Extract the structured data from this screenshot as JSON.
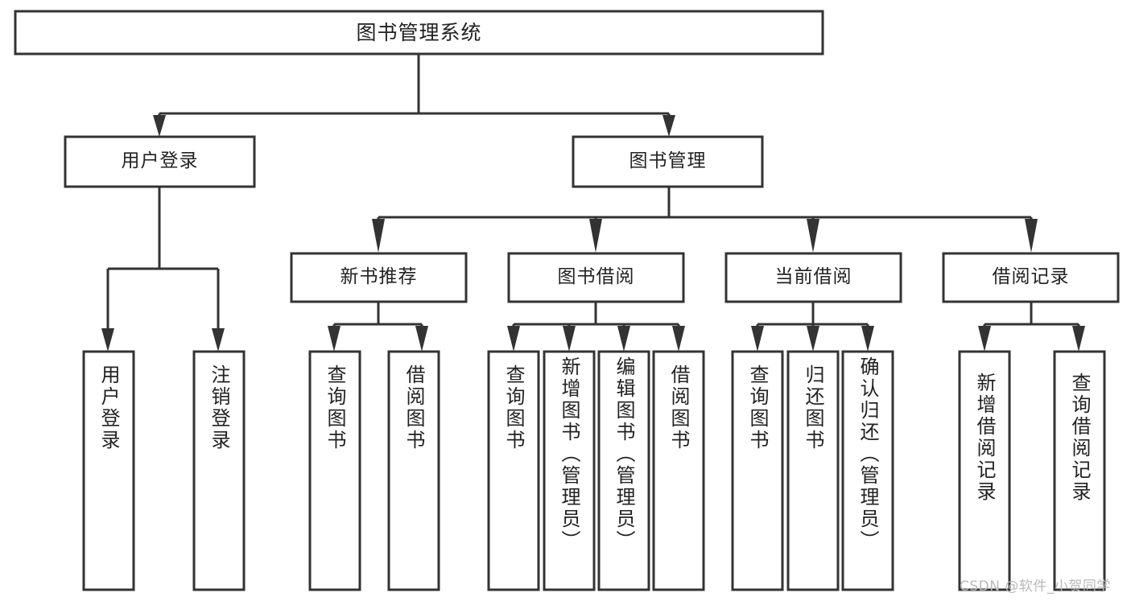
{
  "diagram": {
    "type": "tree-hierarchy-chart",
    "title_node": {
      "id": "root",
      "label": "图书管理系统",
      "level": 1
    },
    "level2": [
      {
        "id": "user-login",
        "label": "用户登录",
        "level": 2
      },
      {
        "id": "book-management",
        "label": "图书管理",
        "level": 2
      }
    ],
    "level3": [
      {
        "id": "new-book-recommend",
        "label": "新书推荐",
        "level": 3,
        "parent": "book-management"
      },
      {
        "id": "book-borrow",
        "label": "图书借阅",
        "level": 3,
        "parent": "book-management"
      },
      {
        "id": "current-borrow",
        "label": "当前借阅",
        "level": 3,
        "parent": "book-management"
      },
      {
        "id": "borrow-record",
        "label": "借阅记录",
        "level": 3,
        "parent": "book-management"
      }
    ],
    "leaves": [
      {
        "id": "leaf-user-login",
        "label": "用户登录",
        "parent": "user-login"
      },
      {
        "id": "leaf-logout-login",
        "label": "注销登录",
        "parent": "user-login"
      },
      {
        "id": "leaf-query-book-1",
        "label": "查询图书",
        "parent": "new-book-recommend"
      },
      {
        "id": "leaf-borrow-book-1",
        "label": "借阅图书",
        "parent": "new-book-recommend"
      },
      {
        "id": "leaf-query-book-2",
        "label": "查询图书",
        "parent": "book-borrow"
      },
      {
        "id": "leaf-add-book-admin",
        "label": "新增图书（管理员）",
        "parent": "book-borrow"
      },
      {
        "id": "leaf-edit-book-admin",
        "label": "编辑图书（管理员）",
        "parent": "book-borrow"
      },
      {
        "id": "leaf-borrow-book-2",
        "label": "借阅图书",
        "parent": "book-borrow"
      },
      {
        "id": "leaf-query-book-3",
        "label": "查询图书",
        "parent": "current-borrow"
      },
      {
        "id": "leaf-return-book",
        "label": "归还图书",
        "parent": "current-borrow"
      },
      {
        "id": "leaf-confirm-return-admin",
        "label": "确认归还（管理员）",
        "parent": "current-borrow"
      },
      {
        "id": "leaf-add-borrow-record",
        "label": "新增借阅记录",
        "parent": "borrow-record"
      },
      {
        "id": "leaf-query-borrow-record",
        "label": "查询借阅记录",
        "parent": "borrow-record"
      }
    ],
    "colors": {
      "box_fill": "#ffffff",
      "box_stroke": "#333333",
      "text": "#222222",
      "background": "#ffffff",
      "watermark": "#b9b9b9"
    }
  },
  "watermark": {
    "text": "CSDN @软件_小贺同学"
  }
}
